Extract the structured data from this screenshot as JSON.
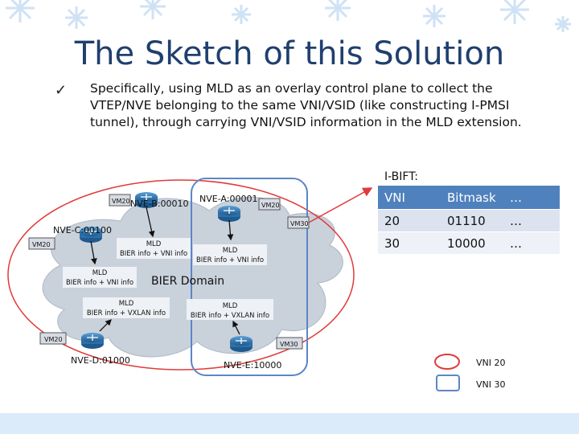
{
  "slide": {
    "title": "The Sketch of this Solution",
    "check_mark": "✓",
    "bullet": "Specifically, using MLD as an overlay control plane to collect the VTEP/NVE belonging to the same VNI/VSID (like constructing I-PMSI tunnel), through carrying VNI/VSID information in the MLD extension."
  },
  "diagram": {
    "domain_label": "BIER Domain",
    "nodes": {
      "nve_a": "NVE-A:00001",
      "nve_b": "NVE-B:00010",
      "nve_c": "NVE-C:00100",
      "nve_d": "NVE-D:01000",
      "nve_e": "NVE-E:10000"
    },
    "vms": {
      "vm_b": "VM20",
      "vm_a": "VM20",
      "vm_a2": "VM30",
      "vm_c": "VM20",
      "vm_d": "VM20",
      "vm_e": "VM30"
    },
    "messages": {
      "msg_b": [
        "MLD",
        "BIER info + VNI  info"
      ],
      "msg_a": [
        "MLD",
        "BIER info + VNI  info"
      ],
      "msg_c": [
        "MLD",
        "BIER info + VNI  info"
      ],
      "msg_d": [
        "MLD",
        "BIER info + VXLAN  info"
      ],
      "msg_e": [
        "MLD",
        "BIER info + VXLAN  info"
      ]
    },
    "legend": {
      "vni20": "VNI 20",
      "vni30": "VNI 30"
    },
    "colors": {
      "vni20": "#e03a3a",
      "vni30": "#5b86c7",
      "table_header": "#4f81bd",
      "router": "#2e6fa6",
      "cloud": "#c9d1db"
    }
  },
  "ibift": {
    "title": "I-BIFT:",
    "headers": [
      "VNI",
      "Bitmask",
      "…"
    ],
    "rows": [
      [
        "20",
        "01110",
        "…"
      ],
      [
        "30",
        "10000",
        "…"
      ]
    ]
  }
}
